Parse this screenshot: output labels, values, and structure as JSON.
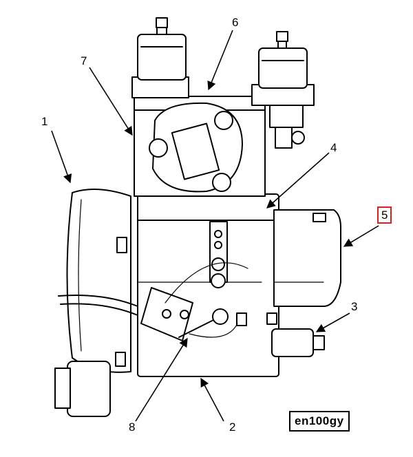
{
  "callouts": [
    {
      "id": "1",
      "label": "1"
    },
    {
      "id": "2",
      "label": "2"
    },
    {
      "id": "3",
      "label": "3"
    },
    {
      "id": "4",
      "label": "4"
    },
    {
      "id": "5",
      "label": "5",
      "highlighted": true,
      "highlight_color": "#e02020"
    },
    {
      "id": "6",
      "label": "6"
    },
    {
      "id": "7",
      "label": "7"
    },
    {
      "id": "8",
      "label": "8"
    }
  ],
  "figure_code": "en100gy"
}
